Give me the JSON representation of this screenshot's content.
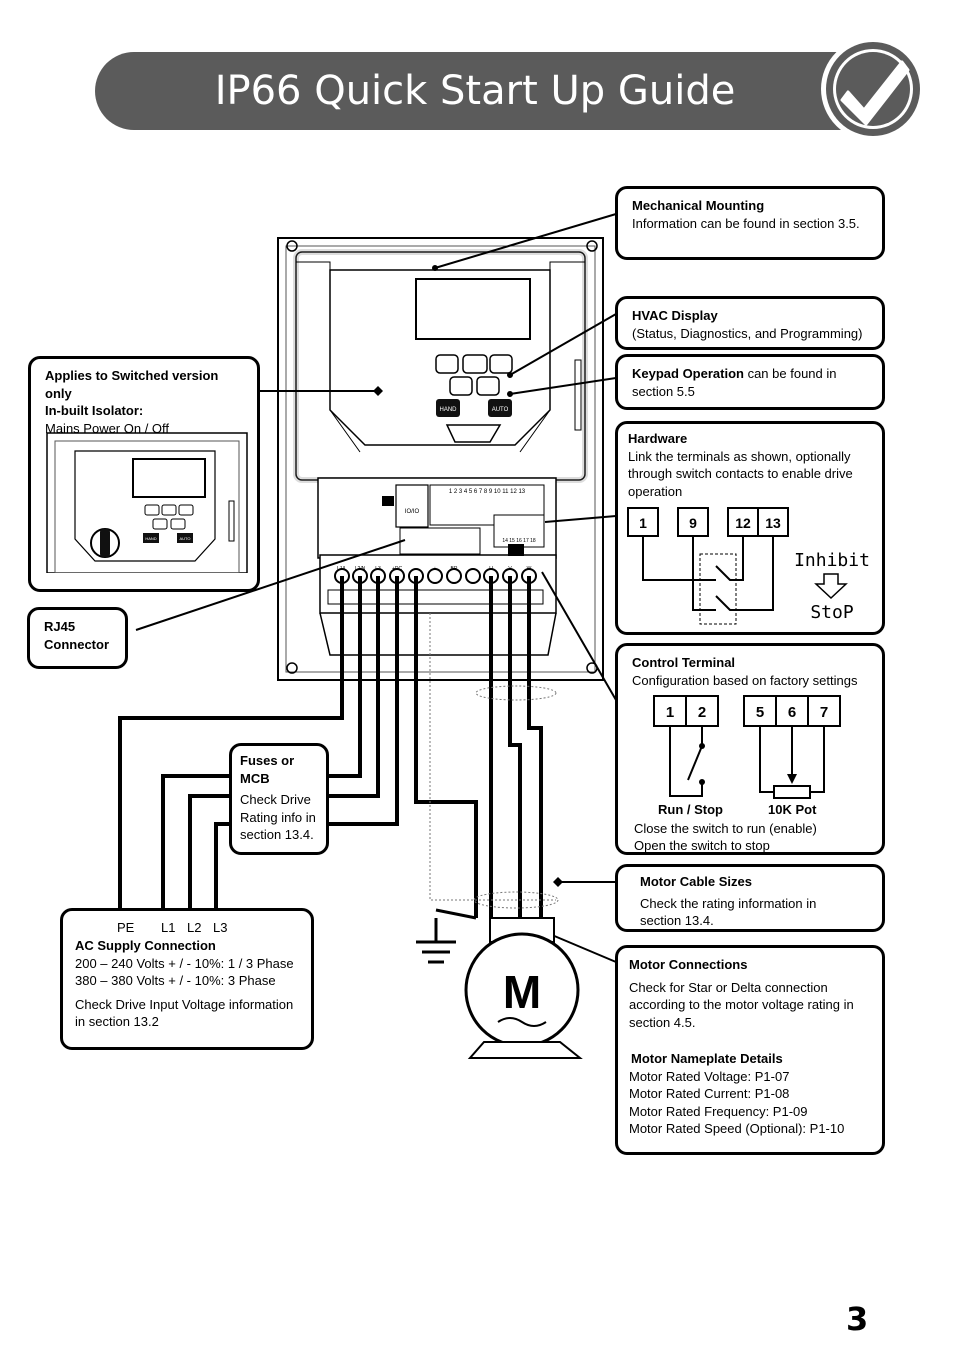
{
  "header": {
    "title": "IP66 Quick Start Up Guide",
    "badge_icon": "checkmark-icon"
  },
  "page_number": "3",
  "callouts": {
    "mechanical": {
      "title": "Mechanical Mounting",
      "text": "Information can be found in section 3.5."
    },
    "hvac": {
      "title": "HVAC Display",
      "text": "(Status, Diagnostics, and Programming)"
    },
    "keypad": {
      "title": "Keypad Operation",
      "text1": " can be found in",
      "text2": "section 5.5"
    },
    "hardware": {
      "title": "Hardware",
      "lines": [
        "Link the terminals as shown, optionally",
        "through switch contacts to enable drive",
        "operation"
      ],
      "terminals": [
        "1",
        "9",
        "12",
        "13"
      ],
      "inhibit": "Inhibit",
      "stop": "StoP"
    },
    "isolator": {
      "title1": "Applies to Switched version only",
      "title2": "In-built Isolator:",
      "text": "Mains Power On / Off",
      "keys": {
        "hand": "HAND",
        "auto": "AUTO"
      }
    },
    "rj45": {
      "line1": "RJ45",
      "line2": "Connector"
    },
    "control": {
      "title": "Control Terminal",
      "text": "Configuration based on factory settings",
      "terminals_a": [
        "1",
        "2"
      ],
      "terminals_b": [
        "5",
        "6",
        "7"
      ],
      "run_stop": "Run / Stop",
      "pot": "10K Pot",
      "line1": "Close the switch to run (enable)",
      "line2": "Open the switch to stop"
    },
    "fuses": {
      "title": "Fuses or MCB",
      "lines": [
        "Check Drive",
        "Rating info in",
        "section 13.4."
      ]
    },
    "motor_cable": {
      "title": "Motor Cable Sizes",
      "lines": [
        "Check the rating information in",
        "section 13.4."
      ]
    },
    "ac_supply": {
      "labels": {
        "pe": "PE",
        "l1": "L1",
        "l2": "L2",
        "l3": "L3"
      },
      "title": "AC Supply Connection",
      "line1": "200 – 240 Volts + / - 10%: 1 / 3 Phase",
      "line2": "380 – 380 Volts + / - 10%: 3 Phase",
      "line3": "Check Drive Input Voltage information",
      "line4": "in section 13.2"
    },
    "motor_conn": {
      "title": "Motor Connections",
      "lines": [
        "Check for Star or Delta connection",
        "according to the motor voltage rating in",
        "section 4.5."
      ],
      "nameplate_title": "Motor Nameplate Details",
      "nameplate": [
        "Motor Rated Voltage: P1-07",
        "Motor Rated Current: P1-08",
        "Motor Rated Frequency: P1-09",
        "Motor Rated Speed (Optional): P1-10"
      ]
    }
  },
  "drive": {
    "keys": {
      "hand": "HAND",
      "auto": "AUTO"
    },
    "terminal_labels": [
      "L1/L",
      "L2/N",
      "L3",
      "+DC",
      "+",
      "BR",
      "–",
      "U",
      "V",
      "W"
    ],
    "control_numbers": "1 2 3 4 5 6 7 8 9 10 11 12 13",
    "lower_numbers": "14 15 16 17 18",
    "logo": "IO/IO"
  },
  "motor": {
    "label": "M"
  }
}
